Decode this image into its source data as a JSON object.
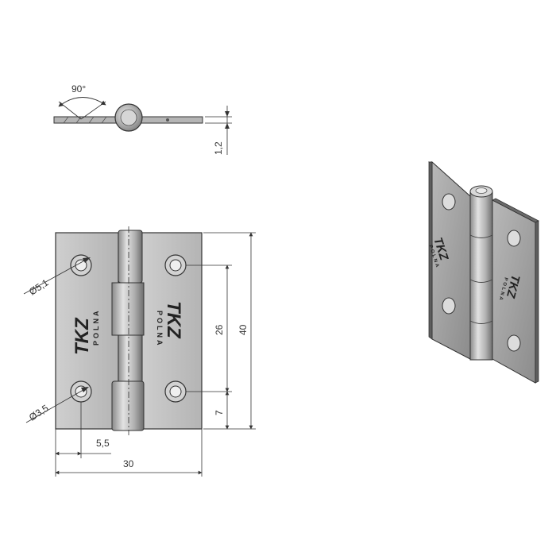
{
  "side_view": {
    "angle_label": "90°",
    "thickness_label": "1,2"
  },
  "front_view": {
    "hole_diameter_label": "Ø5,1",
    "pin_diameter_label": "Ø3,5",
    "hole_spacing_label": "26",
    "height_label": "40",
    "bottom_offset_label": "7",
    "edge_offset_label": "5,5",
    "width_label": "30"
  },
  "logo": {
    "brand": "TKZ",
    "maker": "POLNA"
  },
  "colors": {
    "plate_fill": "#bdbdbd",
    "plate_dark": "#7a7a7a",
    "line": "#333333",
    "iso_fill": "#9e9e9e",
    "iso_dark": "#5a5a5a"
  }
}
